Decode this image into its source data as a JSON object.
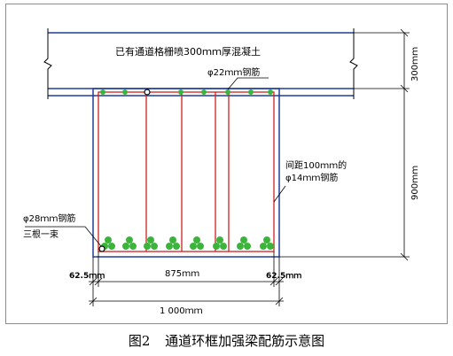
{
  "labels": {
    "slab_note": "已有通道格栅喷300ｍｍ厚混凝土",
    "top_bar_1": "φ22ｍｍ钢筋",
    "stirrup_1": "间距100ｍｍ的",
    "stirrup_2": "φ14ｍｍ钢筋",
    "bottom_bar_1": "φ28ｍｍ钢筋",
    "bottom_bar_2": "三根一束",
    "dim_300": "300ｍｍ",
    "dim_900": "900ｍｍ",
    "dim_875": "875ｍｍ",
    "dim_1000": "1 000ｍｍ",
    "dim_cover_left": "62.5ｍｍ",
    "dim_cover_right": "62.5ｍｍ"
  },
  "caption": {
    "number": "图2",
    "title": "通道环框加强梁配筋示意图"
  },
  "colors": {
    "concrete_outline": "#1f3f9a",
    "rebar": "#d11f1f",
    "bar_dot": "#3cb43c",
    "dimension": "#000000"
  }
}
